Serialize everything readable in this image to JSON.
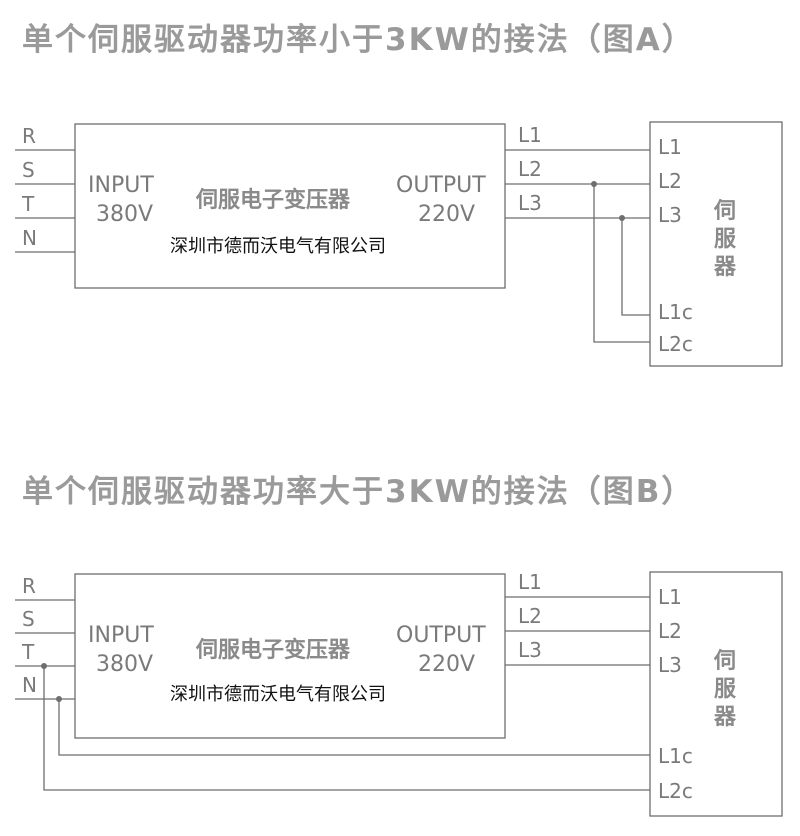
{
  "title_a": "单个伺服驱动器功率小于3KW的接法（图A）",
  "title_b": "单个伺服驱动器功率大于3KW的接法（图B）",
  "input_labels": [
    "R",
    "S",
    "T",
    "N"
  ],
  "transformer": {
    "input": "INPUT",
    "input_voltage": "380V",
    "name": "伺服电子变压器",
    "output": "OUTPUT",
    "output_voltage": "220V",
    "company": "深圳市德而沃电气有限公司"
  },
  "output_labels": [
    "L1",
    "L2",
    "L3"
  ],
  "servo": {
    "terminals": [
      "L1",
      "L2",
      "L3",
      "L1c",
      "L2c"
    ],
    "name": [
      "伺",
      "服",
      "器"
    ]
  }
}
